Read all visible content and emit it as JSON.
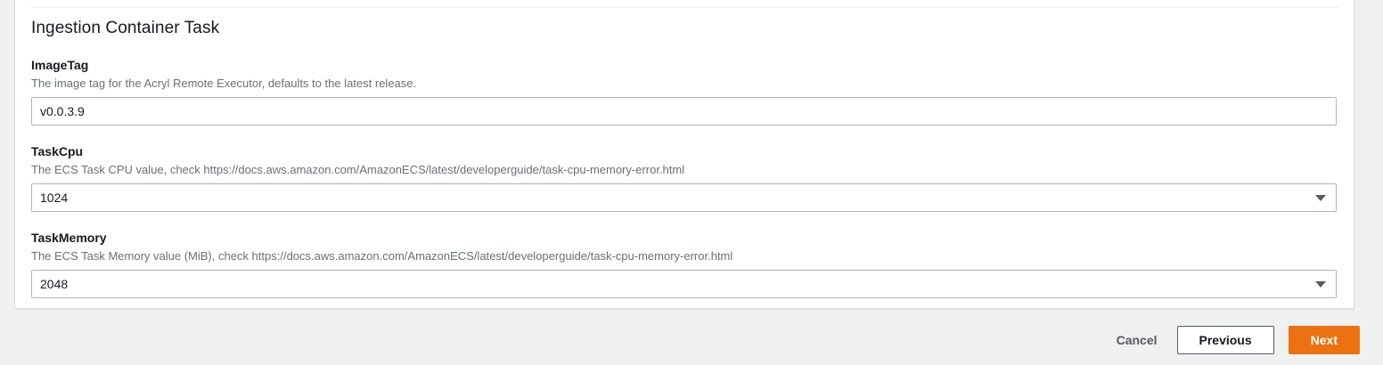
{
  "card": {
    "section_title": "Ingestion Container Task",
    "fields": [
      {
        "label": "ImageTag",
        "description": "The image tag for the Acryl Remote Executor, defaults to the latest release.",
        "type": "text",
        "value": "v0.0.3.9",
        "placeholder": ""
      },
      {
        "label": "TaskCpu",
        "description": "The ECS Task CPU value, check https://docs.aws.amazon.com/AmazonECS/latest/developerguide/task-cpu-memory-error.html",
        "type": "select",
        "value": "1024",
        "caret_icon": "chevron-down-icon"
      },
      {
        "label": "TaskMemory",
        "description": "The ECS Task Memory value (MiB), check https://docs.aws.amazon.com/AmazonECS/latest/developerguide/task-cpu-memory-error.html",
        "type": "select",
        "value": "2048",
        "caret_icon": "chevron-down-icon"
      }
    ]
  },
  "footer": {
    "cancel_label": "Cancel",
    "previous_label": "Previous",
    "next_label": "Next"
  },
  "colors": {
    "page_background": "#eff0f0",
    "card_background": "#ffffff",
    "card_border": "#d5dbdb",
    "input_border": "#aab7b8",
    "text_primary": "#16191f",
    "text_secondary": "#687078",
    "button_secondary_border": "#545b64",
    "accent_orange": "#ec7211"
  }
}
